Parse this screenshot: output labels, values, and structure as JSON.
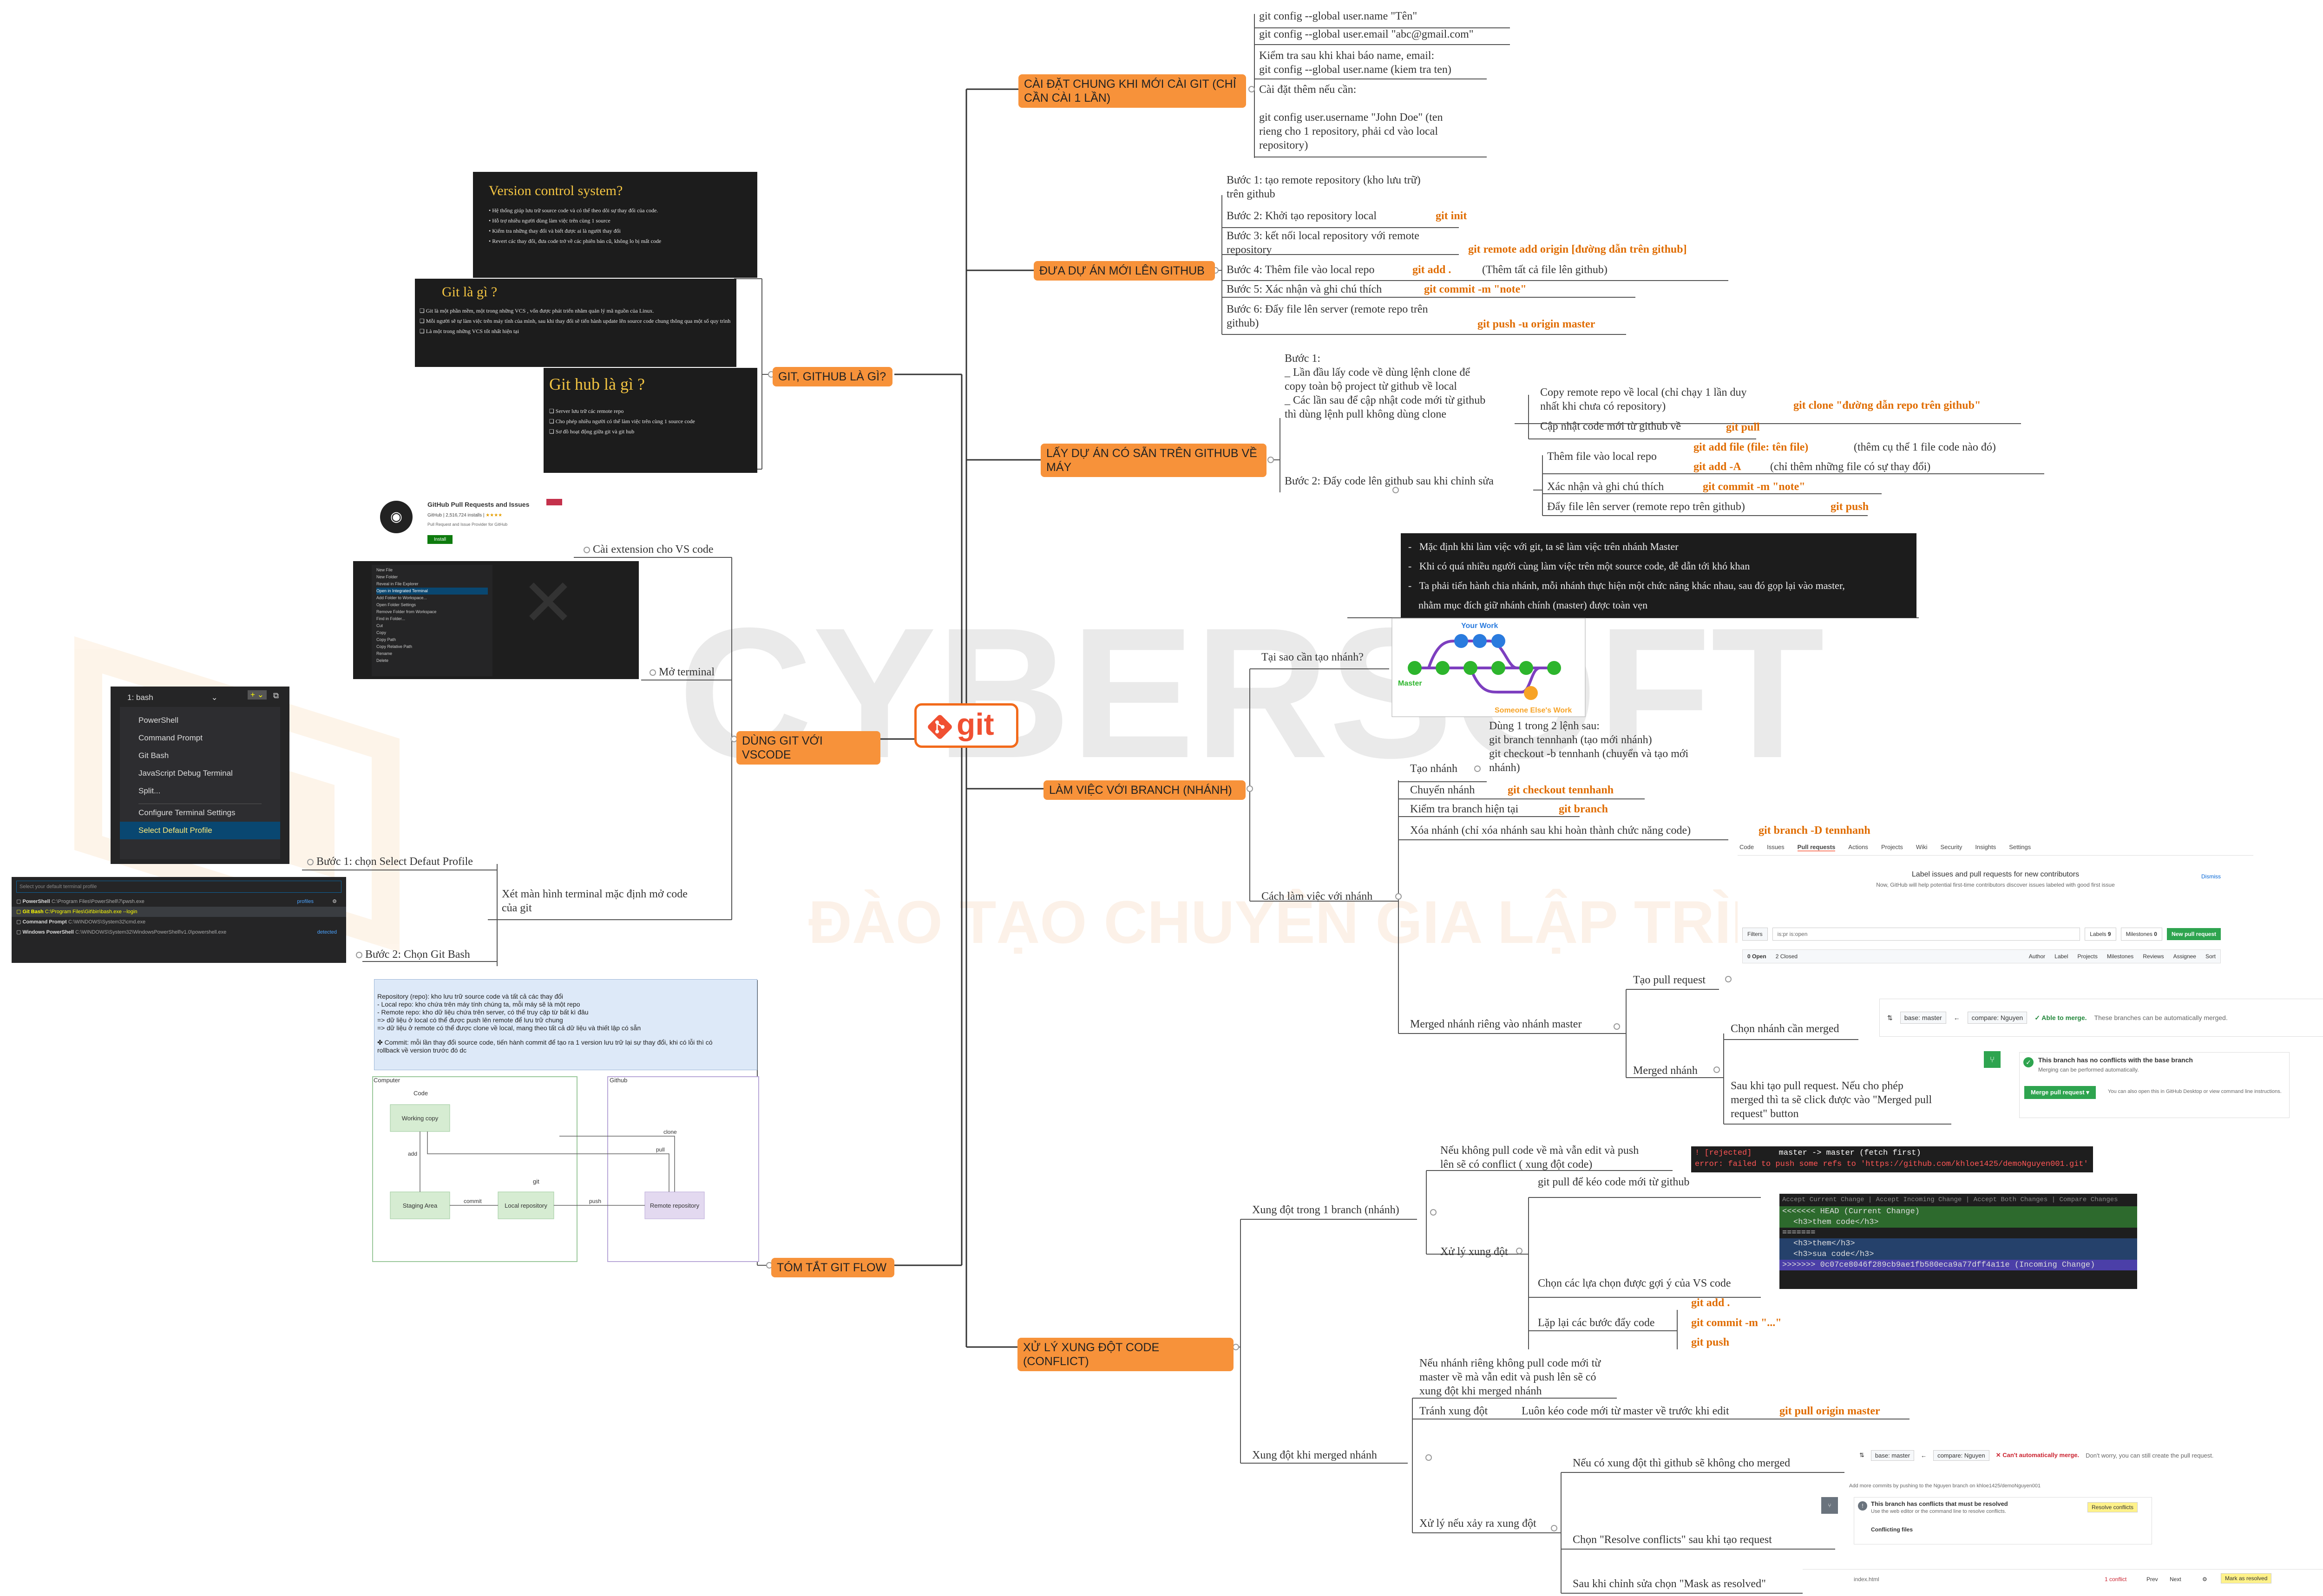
{
  "watermark": {
    "brand": "CYBERSOFT",
    "tagline": "ĐÀO TẠO CHUYÊN GIA LẬP TRÌNH"
  },
  "central": {
    "label": "git"
  },
  "topics": {
    "setup": "CÀI ĐẶT CHUNG KHI MỚI CÀI GIT (CHỈ CẦN CÀI 1 LẦN)",
    "push_new": "ĐƯA DỰ ÁN MỚI LÊN GITHUB",
    "pull_existing": "LẤY DỰ ÁN CÓ SẴN TRÊN GITHUB VỀ MÁY",
    "branch": "LÀM VIỆC VỚI BRANCH (NHÁNH)",
    "conflict": "XỬ LÝ XUNG ĐỘT CODE (CONFLICT)",
    "what_is": "GIT, GITHUB LÀ GÌ?",
    "vscode": "DÙNG GIT VỚI VSCODE",
    "flow": "TÓM TẮT GIT FLOW"
  },
  "setup": {
    "n1": "git config --global user.name \"Tên\"",
    "n2": "git config --global user.email \"abc@gmail.com\"",
    "n3a": "Kiểm tra sau khi khai báo name, email:",
    "n3b": "git config --global user.name (kiem tra ten)",
    "n4a": "Cài đặt thêm nếu cần:",
    "n4b": "git config user.username \"John Doe\" (ten",
    "n4c": "rieng cho 1 repository, phải cd vào local",
    "n4d": "repository)"
  },
  "push_new": {
    "s1a": "Bước 1: tạo remote repository (kho lưu trữ)",
    "s1b": "trên github",
    "s2": "Bước 2: Khởi tạo repository local",
    "s2c": "git init",
    "s3a": "Bước 3: kết nối local repository với remote",
    "s3b": "repository",
    "s3c": "git remote add origin [đường dẫn trên github]",
    "s4": "Bước 4: Thêm file vào local repo",
    "s4c": "git add .",
    "s4n": "(Thêm tất cả file lên github)",
    "s5": "Bước 5: Xác nhận và ghi chú thích",
    "s5c": "git commit -m \"note\"",
    "s6a": "Bước 6: Đẩy file lên server (remote repo trên",
    "s6b": "github)",
    "s6c": "git push -u origin master"
  },
  "pull_existing": {
    "b1a": "Bước 1:",
    "b1b": "_ Lần đầu lấy code về dùng lệnh clone để",
    "b1c": "copy toàn bộ project từ github về local",
    "b1d": "_ Các lần sau để cập nhật code mới từ github",
    "b1e": "thì dùng lệnh pull không dùng clone",
    "c1a": "Copy remote repo về local (chỉ chạy 1 lần duy",
    "c1b": "nhất khi chưa có repository)",
    "c1c": "git clone \"đường dẫn repo trên github\"",
    "c2": "Cập nhật code mới từ github về",
    "c2c": "git pull",
    "b2": "Bước 2: Đẩy code lên github sau khi chỉnh sửa",
    "d1": "Thêm file vào local repo",
    "d1c": "git add file (file: tên file)",
    "d1n": "(thêm cụ thể 1 file code nào đó)",
    "d2c": "git add -A",
    "d2n": "(chỉ thêm những file có sự thay đổi)",
    "d3": "Xác nhận và ghi chú thích",
    "d3c": "git commit -m \"note\"",
    "d4": "Đẩy file lên server (remote repo trên github)",
    "d4c": "git push"
  },
  "branch": {
    "why": "Tại sao cần tạo nhánh?",
    "why_l1": "Mặc định khi làm việc với git, ta sẽ làm việc trên nhánh Master",
    "why_l2": "Khi có quá nhiều người cùng làm việc trên một source code, dễ dẫn tới khó khan",
    "why_l3": "Ta phải tiến hành chia nhánh, mỗi nhánh thực hiện một chức năng khác nhau, sau đó gọp lại vào master,",
    "why_l4": "nhằm mục đích giữ nhánh chính (master) được toàn vẹn",
    "diag_your": "Your Work",
    "diag_master": "Master",
    "diag_someone": "Someone Else's Work",
    "how": "Cách làm việc với nhánh",
    "create": "Tạo nhánh",
    "create_a": "Dùng 1 trong 2 lệnh sau:",
    "create_b": "git branch tennhanh (tạo mới nhánh)",
    "create_c": "git checkout -b tennhanh (chuyển và tạo mới",
    "create_d": "nhánh)",
    "switch": "Chuyển nhánh",
    "switch_c": "git checkout tennhanh",
    "check": "Kiểm tra branch hiện tại",
    "check_c": "git branch",
    "delete": "Xóa nhánh (chỉ xóa nhánh sau khi hoàn thành chức năng code)",
    "delete_c": "git branch -D tennhanh",
    "merge": "Merged nhánh riêng vào nhánh master",
    "pr": "Tạo pull request",
    "choose": "Chọn nhánh cần merged",
    "merged": "Merged nhánh",
    "merged_a": "Sau khi tạo pull request. Nếu cho phép",
    "merged_b": "merged thì ta sẽ click được vào \"Merged pull",
    "merged_c": "request\" button"
  },
  "pr_screen": {
    "tabs": [
      "Code",
      "Issues",
      "Pull requests",
      "Actions",
      "Projects",
      "Wiki",
      "Security",
      "Insights",
      "Settings"
    ],
    "label_title": "Label issues and pull requests for new contributors",
    "label_sub": "Now, GitHub will help potential first-time contributors discover issues labeled with good first issue",
    "dismiss": "Dismiss",
    "filters": "Filters",
    "search": "is:pr is:open",
    "labels": "Labels",
    "labels_n": "9",
    "milestones": "Milestones",
    "milestones_n": "0",
    "new_pr": "New pull request",
    "open": "0 Open",
    "closed": "2 Closed",
    "author": "Author",
    "label": "Label",
    "projects": "Projects",
    "milestones2": "Milestones",
    "reviews": "Reviews",
    "assignee": "Assignee",
    "sort": "Sort",
    "base": "base: master",
    "compare": "compare: Nguyen",
    "able": "Able to merge.",
    "able_rest": "These branches can be automatically merged.",
    "no_conflict": "This branch has no conflicts with the base branch",
    "auto": "Merging can be performed automatically.",
    "merge_btn": "Merge pull request",
    "also": "You can also open this in GitHub Desktop or view command line instructions."
  },
  "conflict": {
    "one": "Xung đột trong 1 branch (nhánh)",
    "one_a": "Nếu không pull code về mà vẫn edit và push",
    "one_b": "lên sẽ có conflict ( xung đột code)",
    "term1a": "! [rejected]",
    "term1b": "master -> master (fetch first)",
    "term2": "error: failed to push some refs to 'https://github.com/khloe1425/demoNguyen001.git'",
    "handle": "Xử lý xung đột",
    "h1": "git pull để kéo code mới từ github",
    "h2": "Chọn các lựa chọn được gợi ý của VS code",
    "vs_opts": "Accept Current Change | Accept Incoming Change | Accept Both Changes | Compare Changes",
    "vs_l1": "<<<<<<< HEAD (Current Change)",
    "vs_l2": "<h3>them code</h3>",
    "vs_l3": "=======",
    "vs_l4": "<h3>them</h3>",
    "vs_l5": "<h3>sua code</h3>",
    "vs_l6": ">>>>>>> 0c07ce8046f289cb9ae1fb580eca9a77dff4a11e (Incoming Change)",
    "h3": "Lặp lại các bước đẩy code",
    "h3c1": "git add .",
    "h3c2": "git commit -m \"...\"",
    "h3c3": "git push",
    "merge": "Xung đột khi merged nhánh",
    "merge_a": "Nếu nhánh riêng không pull code mới từ",
    "merge_b": "master về mà vẫn edit và push lên sẽ có",
    "merge_c": "xung đột khi merged nhánh",
    "avoid": "Tránh xung đột",
    "avoid_a": "Luôn kéo code mới từ master về trước khi edit",
    "avoid_c": "git pull origin master",
    "fix": "Xử lý nếu xảy ra xung đột",
    "f1": "Nếu có xung đột thì github sẽ không cho merged",
    "f2": "Chọn \"Resolve conflicts\" sau khi tạo request",
    "f3": "Sau khi chỉnh sửa chọn \"Mask as resolved\"",
    "cant": "Can't automatically merge.",
    "cant_rest": "Don't worry, you can still create the pull request.",
    "pushed": "Add more commits by pushing to the Nguyen branch on khloe1425/demoNguyen001",
    "has_conf": "This branch has conflicts that must be resolved",
    "has_sub": "Use the web editor or the command line to resolve conflicts.",
    "resolve_btn": "Resolve conflicts",
    "conf_files": "Conflicting files",
    "index": "index.html",
    "conflict_n": "1 conflict",
    "prev": "Prev",
    "next": "Next",
    "mark": "Mark as resolved"
  },
  "what_is": {
    "vcs_title": "Version control system?",
    "vcs1": "Hệ thống giúp lưu trữ source code và có thể theo dõi sự thay đổi của code.",
    "vcs2": "Hỗ trợ nhiều người dùng làm việc trên cùng 1 source",
    "vcs3": "Kiểm tra những thay đổi và biết được ai là người thay đổi",
    "vcs4": "Revert các thay đổi, đưa code trở về các phiên bản cũ, không lo bị mất code",
    "git_title": "Git là gì ?",
    "git1": "Git là một phần mềm, một trong những VCS , vốn được phát triển nhằm quản lý mã nguồn của Linux.",
    "git2": "Mỗi người sẽ tự làm việc trên máy tính của mình, sau khi thay đổi sẽ tiến hành update lên source code chung thông qua một số quy trình",
    "git3": "Là một trong những VCS tốt nhất hiện tại",
    "hub_title": "Git hub là gì ?",
    "hub1": "Server lưu trữ các remote repo",
    "hub2": "Cho phép nhiều người có thể làm việc trên cùng 1 source code",
    "hub3": "Sơ đồ hoạt động giữa git và git hub"
  },
  "vscode": {
    "ext": "Cài extension cho VS code",
    "ext_name": "GitHub Pull Requests and Issues",
    "ext_pub": "GitHub",
    "ext_installs": "2,516,724 installs",
    "ext_desc": "Pull Request and Issue Provider for GitHub",
    "ext_install": "Install",
    "terminal": "Mở terminal",
    "menu_items": [
      "New File",
      "New Folder",
      "Reveal in File Explorer",
      "Open in Integrated Terminal",
      "Add Folder to Workspace...",
      "Open Folder Settings",
      "Remove Folder from Workspace",
      "Find in Folder...",
      "Cut",
      "Copy",
      "Copy Path",
      "Copy Relative Path",
      "Rename",
      "Delete"
    ],
    "shell_title": "1: bash",
    "shells": [
      "PowerShell",
      "Command Prompt",
      "Git Bash",
      "JavaScript Debug Terminal",
      "Split..."
    ],
    "configure": "Configure Terminal Settings",
    "select_default": "Select Default Profile",
    "step1": "Bước 1: chọn Select Defaut Profile",
    "profile_placeholder": "Select your default terminal profile",
    "profiles_label": "profiles",
    "profiles": [
      {
        "name": "PowerShell",
        "path": "C:\\Program Files\\PowerShell\\7\\pwsh.exe"
      },
      {
        "name": "Git Bash",
        "path": "C:\\Program Files\\Git\\bin\\bash.exe --login"
      },
      {
        "name": "Command Prompt",
        "path": "C:\\WINDOWS\\System32\\cmd.exe"
      },
      {
        "name": "Windows PowerShell",
        "path": "C:\\WINDOWS\\System32\\WindowsPowerShell\\v1.0\\powershell.exe"
      }
    ],
    "detected": "detected",
    "step2": "Bước 2: Chọn Git Bash",
    "default": "Xét màn hình terminal mặc định mở code",
    "default_b": "của git"
  },
  "flow": {
    "note1": "Repository (repo): kho lưu trữ source code và tất cả các thay đổi",
    "note2": "- Local repo: kho chứa trên máy tính chúng ta, mỗi máy sẽ là một repo",
    "note3": "- Remote repo: kho dữ liệu chứa trên server, có thể truy cập từ bất kì đâu",
    "note4": "=> dữ liệu ở local có thể được push lên remote để lưu trữ chung",
    "note5": "=> dữ liệu ở remote có thể được clone về local, mang theo tất cả dữ liệu và thiết lập có sẵn",
    "note6": "Commit: mỗi lần thay đổi source code, tiến hành commit để tạo ra 1 version lưu trữ lại sự thay đổi, khi có lỗi thì có",
    "note7": "rollback về version trước đó dc",
    "computer": "Computer",
    "github": "Github",
    "code": "Code",
    "working": "Working copy",
    "add": "add",
    "git": "git",
    "staging": "Staging Area",
    "commit": "commit",
    "local": "Local repository",
    "push": "push",
    "remote": "Remote repository",
    "pull": "pull",
    "clone": "clone"
  }
}
